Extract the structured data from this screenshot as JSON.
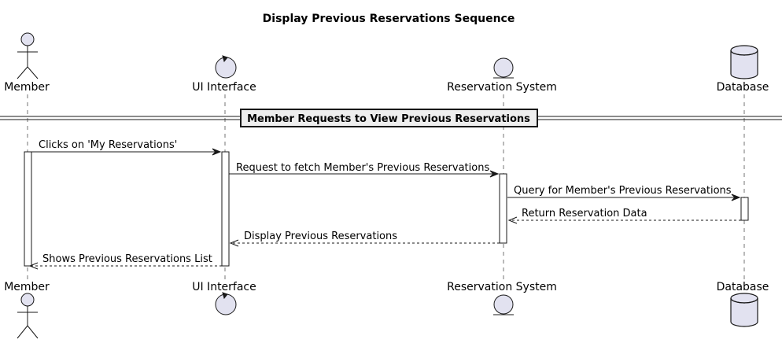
{
  "title": "Display Previous Reservations Sequence",
  "participants": [
    {
      "id": "member",
      "label": "Member",
      "kind": "actor"
    },
    {
      "id": "ui",
      "label": "UI Interface",
      "kind": "control"
    },
    {
      "id": "res",
      "label": "Reservation System",
      "kind": "entity"
    },
    {
      "id": "db",
      "label": "Database",
      "kind": "database"
    }
  ],
  "divider": "Member Requests to View Previous Reservations",
  "messages": [
    {
      "from": "member",
      "to": "ui",
      "text": "Clicks on 'My Reservations'",
      "style": "solid"
    },
    {
      "from": "ui",
      "to": "res",
      "text": "Request to fetch Member's Previous Reservations",
      "style": "solid"
    },
    {
      "from": "res",
      "to": "db",
      "text": "Query for Member's Previous Reservations",
      "style": "solid"
    },
    {
      "from": "db",
      "to": "res",
      "text": "Return Reservation Data",
      "style": "dashed"
    },
    {
      "from": "res",
      "to": "ui",
      "text": "Display Previous Reservations",
      "style": "dashed"
    },
    {
      "from": "ui",
      "to": "member",
      "text": "Shows Previous Reservations List",
      "style": "dashed"
    }
  ],
  "colors": {
    "participant_fill": "#E2E2F0",
    "stroke": "#181818",
    "lifeline": "#181818",
    "divider_fill": "#EEEEEE",
    "background": "#FFFFFF"
  }
}
